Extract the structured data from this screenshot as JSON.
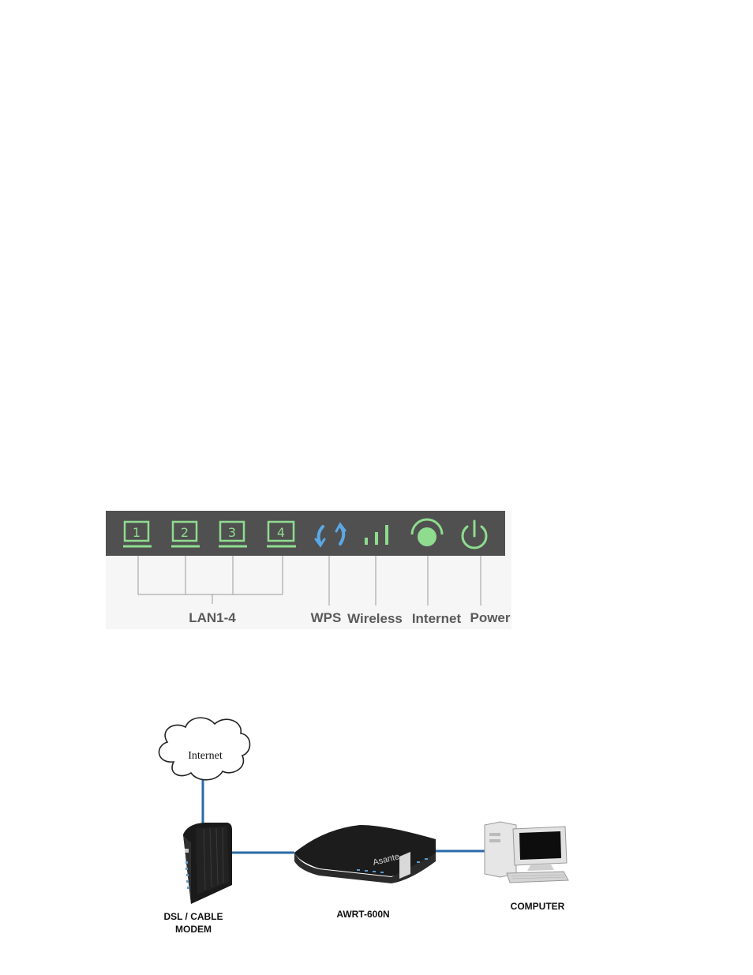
{
  "led_panel": {
    "leds": [
      {
        "name": "lan1",
        "label": "1"
      },
      {
        "name": "lan2",
        "label": "2"
      },
      {
        "name": "lan3",
        "label": "3"
      },
      {
        "name": "lan4",
        "label": "4"
      }
    ],
    "labels": {
      "lan": "LAN1-4",
      "wps": "WPS",
      "wireless": "Wireless",
      "internet": "Internet",
      "power": "Power"
    },
    "colors": {
      "panel_bg": "#505050",
      "led_green": "#8fdc8f",
      "wps_blue": "#5aa8e6",
      "line": "#9a9a9a"
    }
  },
  "topology": {
    "cloud_label": "Internet",
    "modem_label": [
      "DSL / CABLE",
      "MODEM"
    ],
    "router_label": "AWRT-600N",
    "router_brand": "Asante",
    "computer_label": "COMPUTER",
    "colors": {
      "cable": "#2a6aa8"
    }
  }
}
